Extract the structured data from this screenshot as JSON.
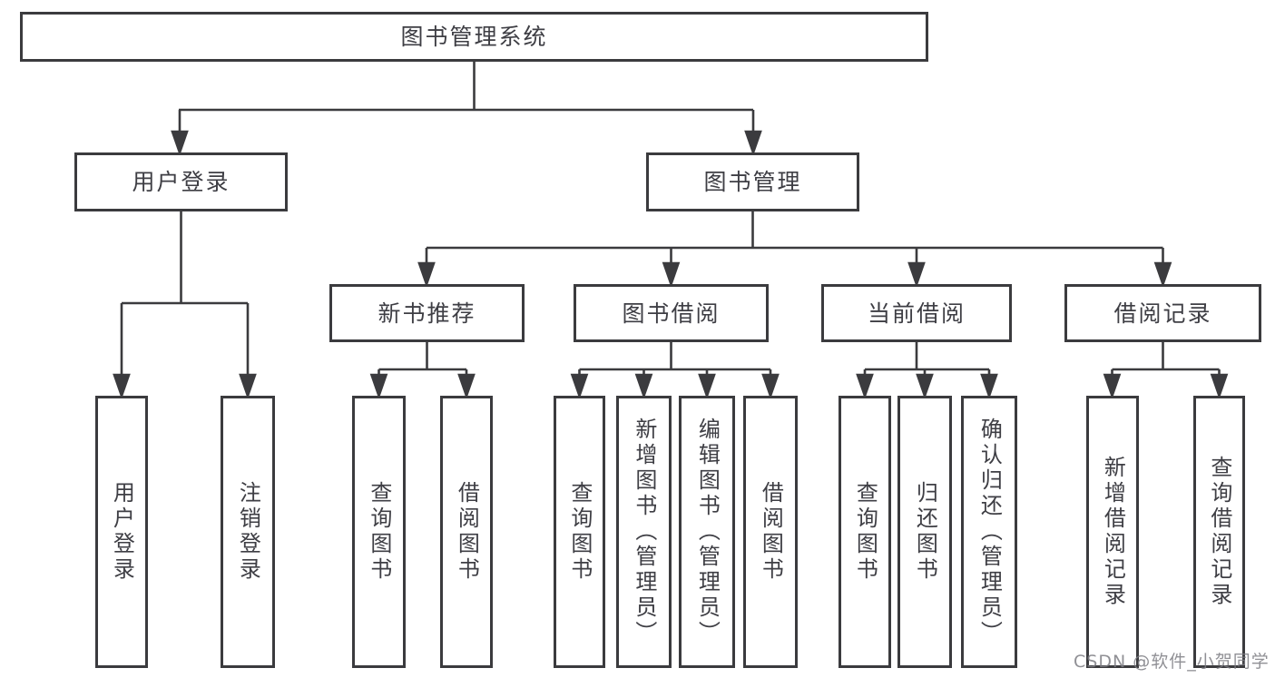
{
  "diagram": {
    "title": "图书管理系统",
    "root": {
      "label": "图书管理系统"
    },
    "level2": [
      {
        "label": "用户登录"
      },
      {
        "label": "图书管理"
      }
    ],
    "level3": [
      {
        "label": "新书推荐"
      },
      {
        "label": "图书借阅"
      },
      {
        "label": "当前借阅"
      },
      {
        "label": "借阅记录"
      }
    ],
    "leaves": {
      "user_login": [
        {
          "label": "用户登录"
        },
        {
          "label": "注销登录"
        }
      ],
      "new_book": [
        {
          "label": "查询图书"
        },
        {
          "label": "借阅图书"
        }
      ],
      "book_borrow": [
        {
          "label": "查询图书"
        },
        {
          "label": "新增图书（管理员）"
        },
        {
          "label": "编辑图书（管理员）"
        },
        {
          "label": "借阅图书"
        }
      ],
      "current_borrow": [
        {
          "label": "查询图书"
        },
        {
          "label": "归还图书"
        },
        {
          "label": "确认归还（管理员）"
        }
      ],
      "borrow_record": [
        {
          "label": "新增借阅记录"
        },
        {
          "label": "查询借阅记录"
        }
      ]
    }
  },
  "watermark": "CSDN @软件_小贺同学",
  "colors": {
    "line": "#3b3b3e",
    "text": "#3e3e44",
    "background": "#ffffff",
    "watermark": "#7d7d82"
  }
}
